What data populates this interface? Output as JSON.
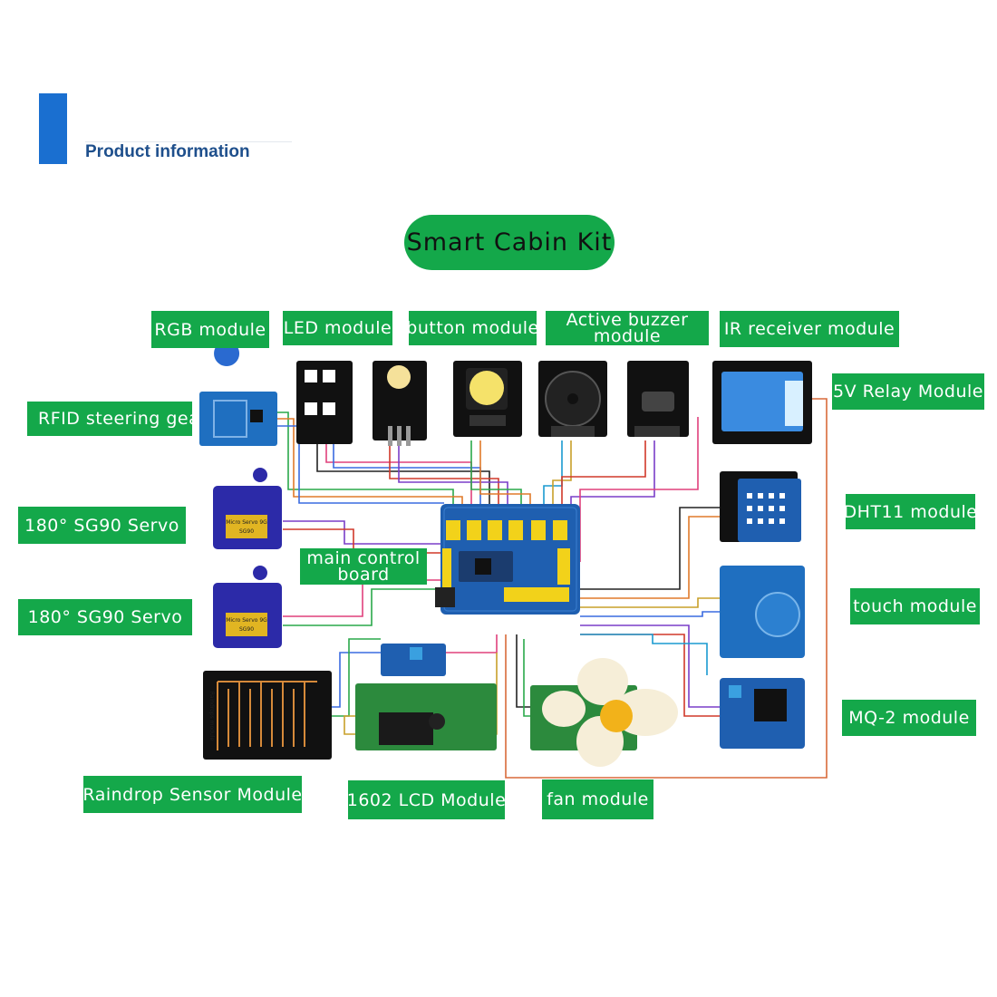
{
  "header": {
    "title": "Product information"
  },
  "kit_title": "Smart Cabin Kit",
  "labels": {
    "rgb": "RGB module",
    "led": "LED module",
    "button": "button module",
    "buzzer": "Active buzzer module",
    "ir": "IR receiver module",
    "relay": "5V Relay Module",
    "rfid": "RFID steering gear",
    "servo1": "180° SG90 Servo",
    "servo2": "180° SG90 Servo",
    "main_board": "main control board",
    "dht11": "DHT11 module",
    "touch": "touch module",
    "mq2": "MQ-2 module",
    "raindrop": "Raindrop Sensor Module",
    "lcd": "1602 LCD Module",
    "fan": "fan module"
  },
  "board_text": {
    "servo_face": "Micro Servo 9G",
    "servo_model": "SG90",
    "raindrop_face": "Raindrops module"
  },
  "colors": {
    "label_green": "#14a84a",
    "accent_blue": "#1a6fd0",
    "pcb_blue": "#1f5fb0",
    "pcb_black": "#1a1a1a",
    "lcd_green": "#2c8a3d",
    "servo_blue": "#2c2aa8"
  }
}
